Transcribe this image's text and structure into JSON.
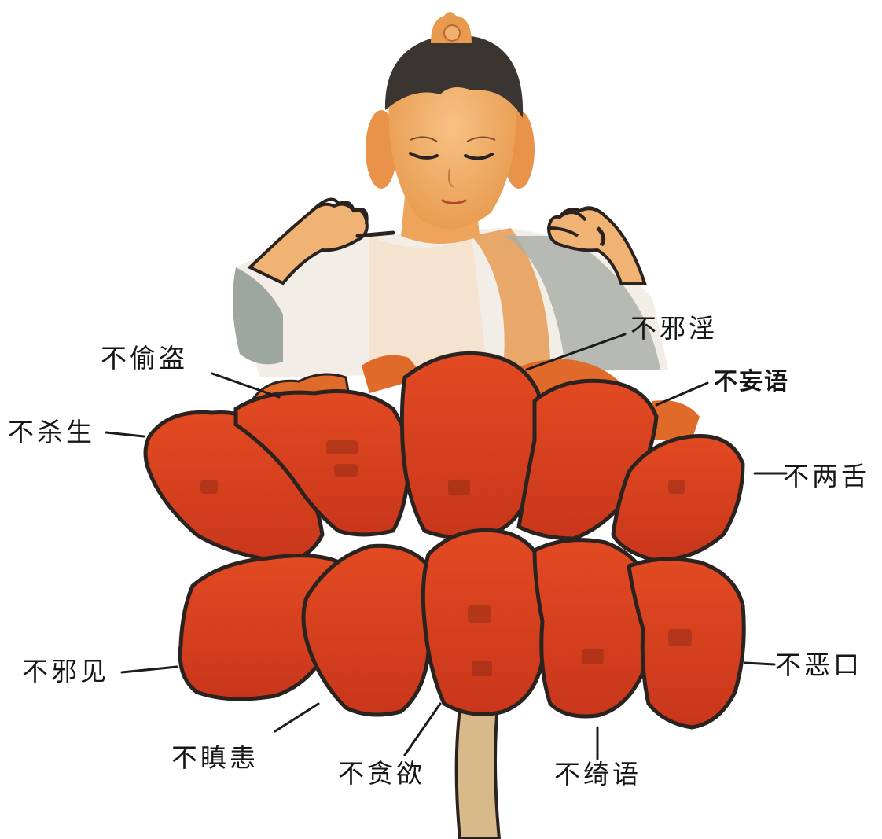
{
  "labels": {
    "bu_xie_yin": "不邪淫",
    "bu_tou_dao": "不偷盗",
    "bu_wang_yu": "不妄语",
    "bu_sha_sheng": "不杀生",
    "bu_liang_she": "不两舌",
    "bu_xie_jian": "不邪见",
    "bu_e_kou": "不恶口",
    "bu_chen_hui": "不瞋恚",
    "bu_tan_yu": "不贪欲",
    "bu_qi_yu": "不绮语"
  },
  "colors": {
    "petal": "#d9401f",
    "petal_back": "#e06a2a",
    "outline": "#2b2320",
    "skin": "#eea45a",
    "hair": "#3a3530",
    "robe_white": "#f4f0ea",
    "robe_grey": "#9aa3a0",
    "stem": "#d8b98a"
  }
}
